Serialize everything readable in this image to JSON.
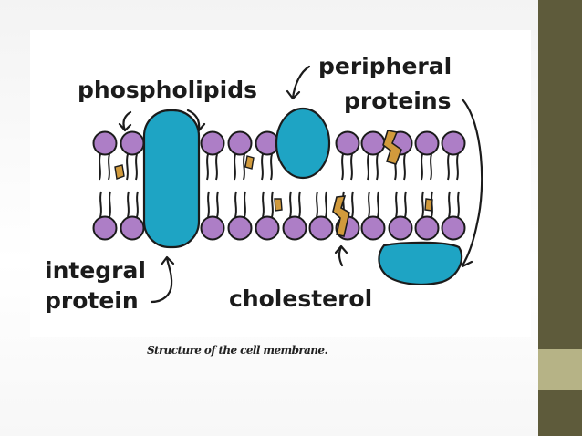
{
  "slide": {
    "caption": "Structure of the cell membrane."
  },
  "diagram": {
    "labels": {
      "phospholipids": "phospholipids",
      "peripheral_line1": "peripheral",
      "peripheral_line2": "proteins",
      "integral_line1": "integral",
      "integral_line2": "protein",
      "cholesterol": "cholesterol"
    },
    "colors": {
      "head": "#ad7ec6",
      "protein": "#1ea4c4",
      "cholesterol": "#d19a3c",
      "outline": "#1b1b1b",
      "side_bar": "#5e5b3b",
      "side_accent": "#b6b386"
    }
  }
}
